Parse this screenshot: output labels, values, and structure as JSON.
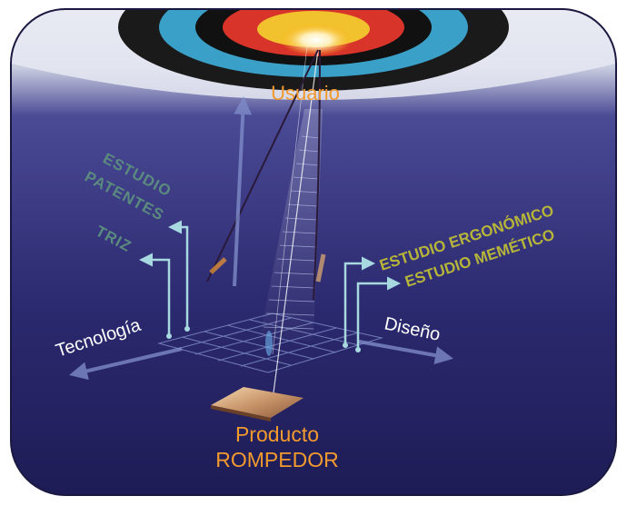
{
  "labels": {
    "usuario": "Usuario",
    "estudio_patentes_1": "ESTUDIO",
    "estudio_patentes_2": "PATENTES",
    "triz": "TRIZ",
    "estudio_ergonomico": "ESTUDIO ERGONÓMICO",
    "estudio_memetico": "ESTUDIO MEMÉTICO",
    "tecnologia": "Tecnología",
    "diseno": "Diseño",
    "producto_1": "Producto",
    "producto_2": "ROMPEDOR"
  },
  "colors": {
    "background_dark": "#262262",
    "background_mid": "#3a3a88",
    "target_outer": "#111111",
    "target_blue": "#3aa0c8",
    "target_red": "#d8342a",
    "target_yellow": "#f2c12e",
    "orange_text": "#f29a2e",
    "green_text": "#5b8a7f",
    "olive_text": "#b6b53a",
    "white_text": "#ffffff",
    "arrow_cyan": "#a8d8e0"
  }
}
